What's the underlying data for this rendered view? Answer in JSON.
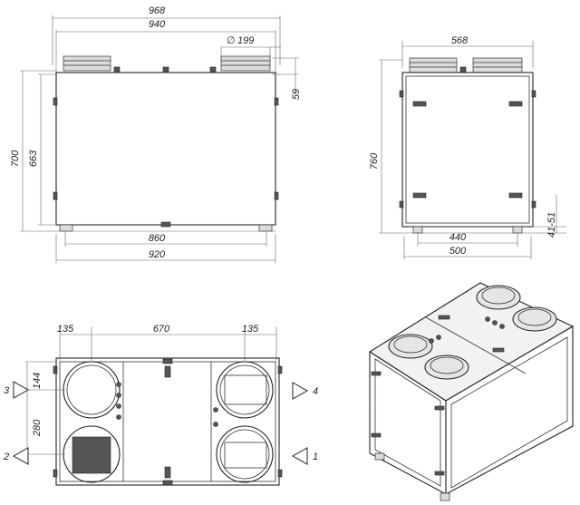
{
  "front_view": {
    "overall_width": "968",
    "body_width": "940",
    "duct_diameter": "199",
    "duct_height": "59",
    "overall_height": "700",
    "body_height": "663",
    "feet_span": "860",
    "base_width": "920"
  },
  "side_view": {
    "width": "568",
    "height": "760",
    "foot_height": "41-51",
    "feet_span": "440",
    "base_width": "500"
  },
  "bottom_view": {
    "left_offset": "135",
    "middle_span": "670",
    "right_offset": "135",
    "top_offset": "144",
    "port_spacing": "280",
    "port_labels": [
      "3",
      "4",
      "2",
      "1"
    ]
  },
  "symbols": {
    "diameter": "∅"
  }
}
